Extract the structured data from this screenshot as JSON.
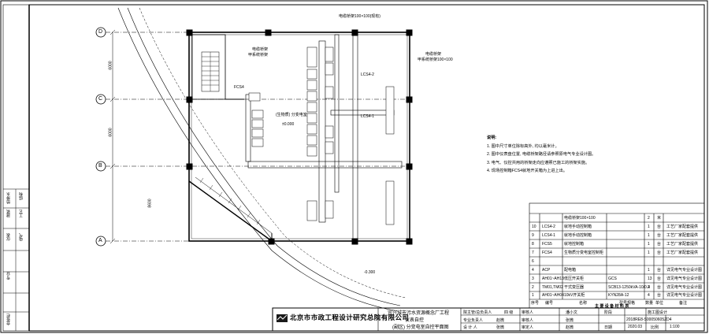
{
  "axes": {
    "d": "D",
    "c": "C",
    "b": "B",
    "a": "A"
  },
  "dims": [
    "6000",
    "6000",
    "8600"
  ],
  "room": {
    "name": "(生物质) 分变电室",
    "elev": "±0.000"
  },
  "labels": {
    "lcs2": "LCS4-2",
    "lcs1": "LCS4-1",
    "fcs": "FCS4",
    "cable_top": "电缆桥架",
    "cable_top_sub": "甲系统桥架",
    "cable_right": "电缆桥架",
    "cable_right_sub": "甲系统桥架100×100",
    "plan_top_note": "电缆桥架100×100(现有)",
    "elev_bottom": "-0.300"
  },
  "notes": {
    "heading": "说明:",
    "items": [
      "1. 图中尺寸单位除标高外, 均以毫米计。",
      "2. 图中仪表盘位置, 电缆桥架路径请参照原电气专业设计图。",
      "3. 电气、仪控共用的桥架走向应遵照已施工的桥架实施。",
      "4. 现场控制箱FCS4就地开关箱为上进上出。"
    ]
  },
  "equipment_table": {
    "headers": [
      "序号",
      "编号",
      "名称",
      "型号规格",
      "数量",
      "单位",
      "备注"
    ],
    "rows": [
      {
        "no": "",
        "code": "",
        "name": "电缆桥架100×100",
        "spec": "",
        "qty": "2",
        "unit": "米",
        "remark": ""
      },
      {
        "no": "10",
        "code": "LCS4-2",
        "name": "就地手动控制箱",
        "spec": "",
        "qty": "1",
        "unit": "台",
        "remark": "工艺厂家配套提供"
      },
      {
        "no": "9",
        "code": "LCS4-1",
        "name": "就地手动控制箱",
        "spec": "",
        "qty": "1",
        "unit": "台",
        "remark": "工艺厂家配套提供"
      },
      {
        "no": "8",
        "code": "FCS5",
        "name": "就地控制箱",
        "spec": "",
        "qty": "1",
        "unit": "台",
        "remark": "工艺厂家配套提供"
      },
      {
        "no": "7",
        "code": "FCS4",
        "name": "生物质分变电室控制柜",
        "spec": "",
        "qty": "1",
        "unit": "台",
        "remark": "工艺厂家配套提供"
      },
      {
        "no": "6",
        "code": "",
        "name": "",
        "spec": "",
        "qty": "",
        "unit": "",
        "remark": ""
      },
      {
        "no": "4",
        "code": "ACP",
        "name": "配电箱",
        "spec": "",
        "qty": "1",
        "unit": "台",
        "remark": "详见电气专业设计图"
      },
      {
        "no": "3",
        "code": "AH01~AH13",
        "name": "低压开关柜",
        "spec": "GCS",
        "qty": "13",
        "unit": "台",
        "remark": "详见电气专业设计图"
      },
      {
        "no": "2",
        "code": "TM01,TM02",
        "name": "干式变压器",
        "spec": "SCB13-1250kVA-10/0.4",
        "qty": "2",
        "unit": "台",
        "remark": "详见电气专业设计图"
      },
      {
        "no": "1",
        "code": "AH01~AH04",
        "name": "10kV开关柜",
        "spec": "KYN28A-12",
        "qty": "4",
        "unit": "台",
        "remark": "详见电气专业设计图"
      }
    ],
    "caption": "主 要 设 备 材 料 表"
  },
  "title_block": {
    "company": "北京市市政工程设计研究总院有限公司",
    "project": "宜兴城市污水资源概念厂工程",
    "discipline": "仪表自控",
    "drawing": "(副区) 分变电室自控平面图",
    "roles": [
      {
        "label": "院主管/总负责人",
        "name": "",
        "label2": "审核人",
        "name2": "潘小文"
      },
      {
        "label": "专业负责人",
        "name": "赵微",
        "label2": "审核人",
        "name2": "张微"
      },
      {
        "label": "设 计 人",
        "name": "张微",
        "label2": "审定人",
        "name2": "赵微"
      }
    ],
    "rev_label": "阶段",
    "stage_label": "施工图设计",
    "drawing_no": "2018RE8-S00050605ZD4",
    "date_label": "日期",
    "date": "2020.03",
    "scale_label": "比例",
    "scale": "1:100",
    "stamp": "四 级"
  },
  "side_strip": [
    "会签栏",
    "专业",
    "电气",
    "仪表",
    "给排水",
    "工艺",
    "建筑",
    "结构"
  ]
}
